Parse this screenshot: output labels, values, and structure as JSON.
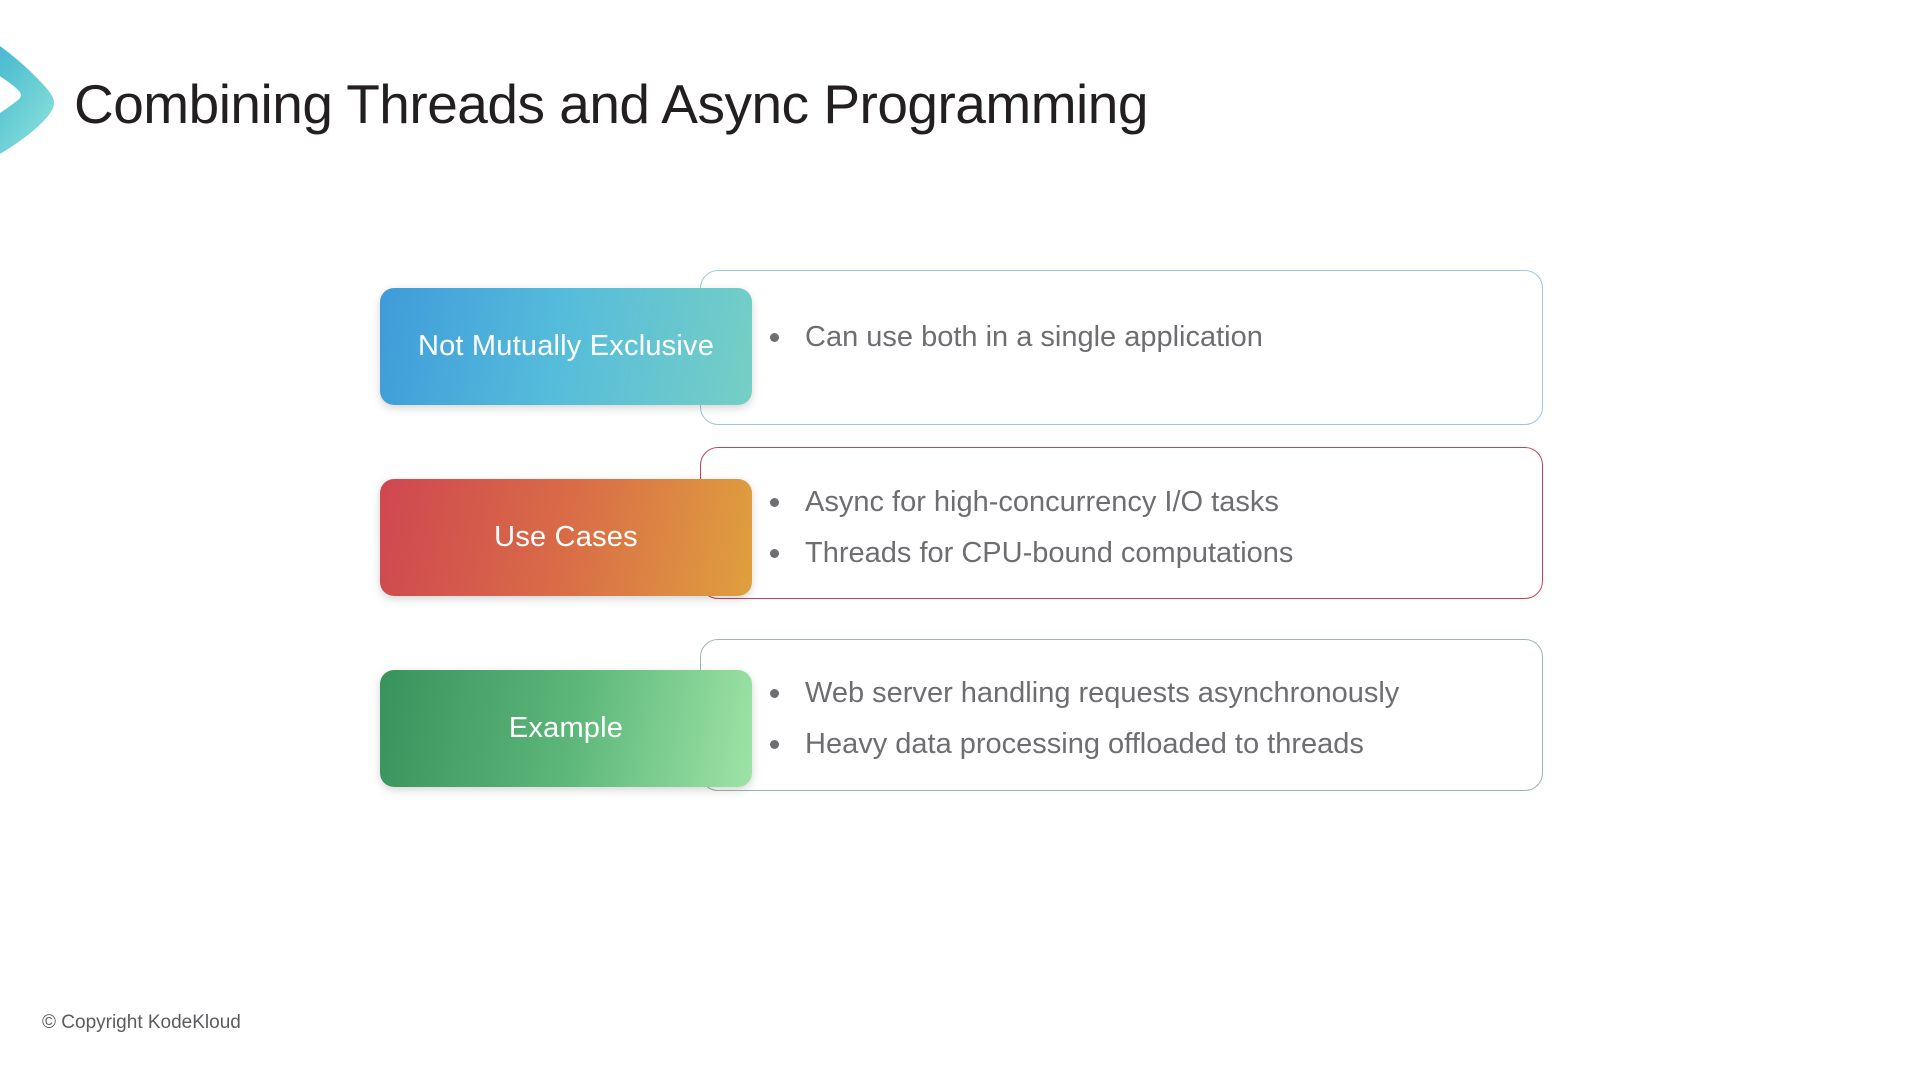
{
  "slide": {
    "title": "Combining Threads and Async Programming",
    "logo_icon": "kodekloud-chevron-icon",
    "brand_colors": {
      "logo_gradient_start": "#3f9bd9",
      "logo_gradient_end": "#8fe3d8",
      "row1_start": "#3f9bd9",
      "row1_end": "#76cfc4",
      "row1_border": "#9fc6d9",
      "row2_start": "#cf4750",
      "row2_end": "#dfa03e",
      "row2_border": "#c8434f",
      "row3_start": "#38925c",
      "row3_end": "#9ee3a6",
      "row3_border": "#9bb7a9",
      "body_text": "#6e6e72",
      "title_text": "#231f20"
    },
    "rows": [
      {
        "label": "Not Mutually Exclusive",
        "bullets": [
          "Can use both in a single application"
        ]
      },
      {
        "label": "Use Cases",
        "bullets": [
          "Async for high-concurrency I/O tasks",
          "Threads for CPU-bound computations"
        ]
      },
      {
        "label": "Example",
        "bullets": [
          "Web server handling requests asynchronously",
          "Heavy data processing offloaded to threads"
        ]
      }
    ],
    "footer": "© Copyright KodeKloud"
  }
}
